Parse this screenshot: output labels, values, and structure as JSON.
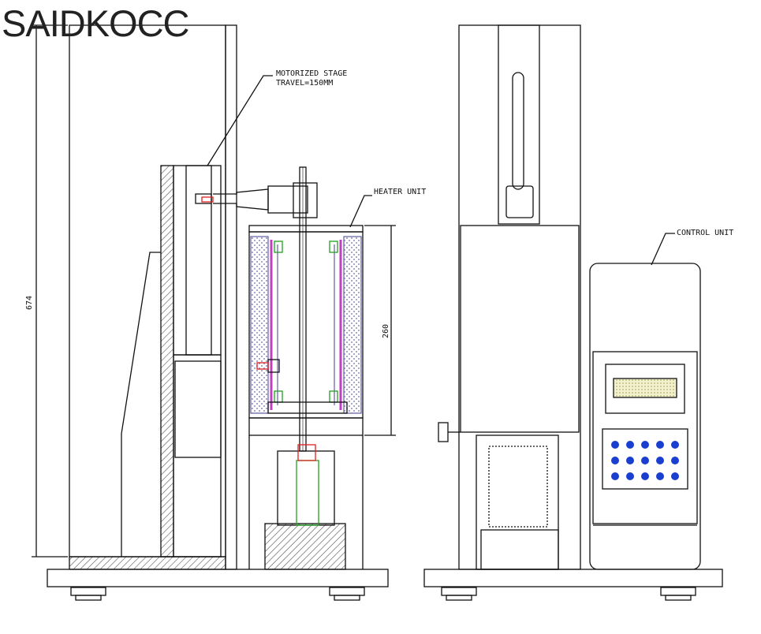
{
  "brand": {
    "text": "SAIDKOCC"
  },
  "labels": {
    "stage_line1": "MOTORIZED STAGE",
    "stage_line2": "TRAVEL=150MM",
    "heater": "HEATER UNIT",
    "control": "CONTROL UNIT"
  },
  "dimensions": {
    "overall_height": "674",
    "heater_height": "260"
  },
  "colors": {
    "line": "#111111",
    "heater_fill": "#6a6aa8",
    "heater_tube": "#c040c0",
    "green_marks": "#20a020",
    "red_marks": "#e02020",
    "control_keys": "#1a3fd0",
    "display_fill": "#f4f2cc",
    "hatch": "#555555"
  },
  "keypad": {
    "rows": 3,
    "cols": 5
  }
}
